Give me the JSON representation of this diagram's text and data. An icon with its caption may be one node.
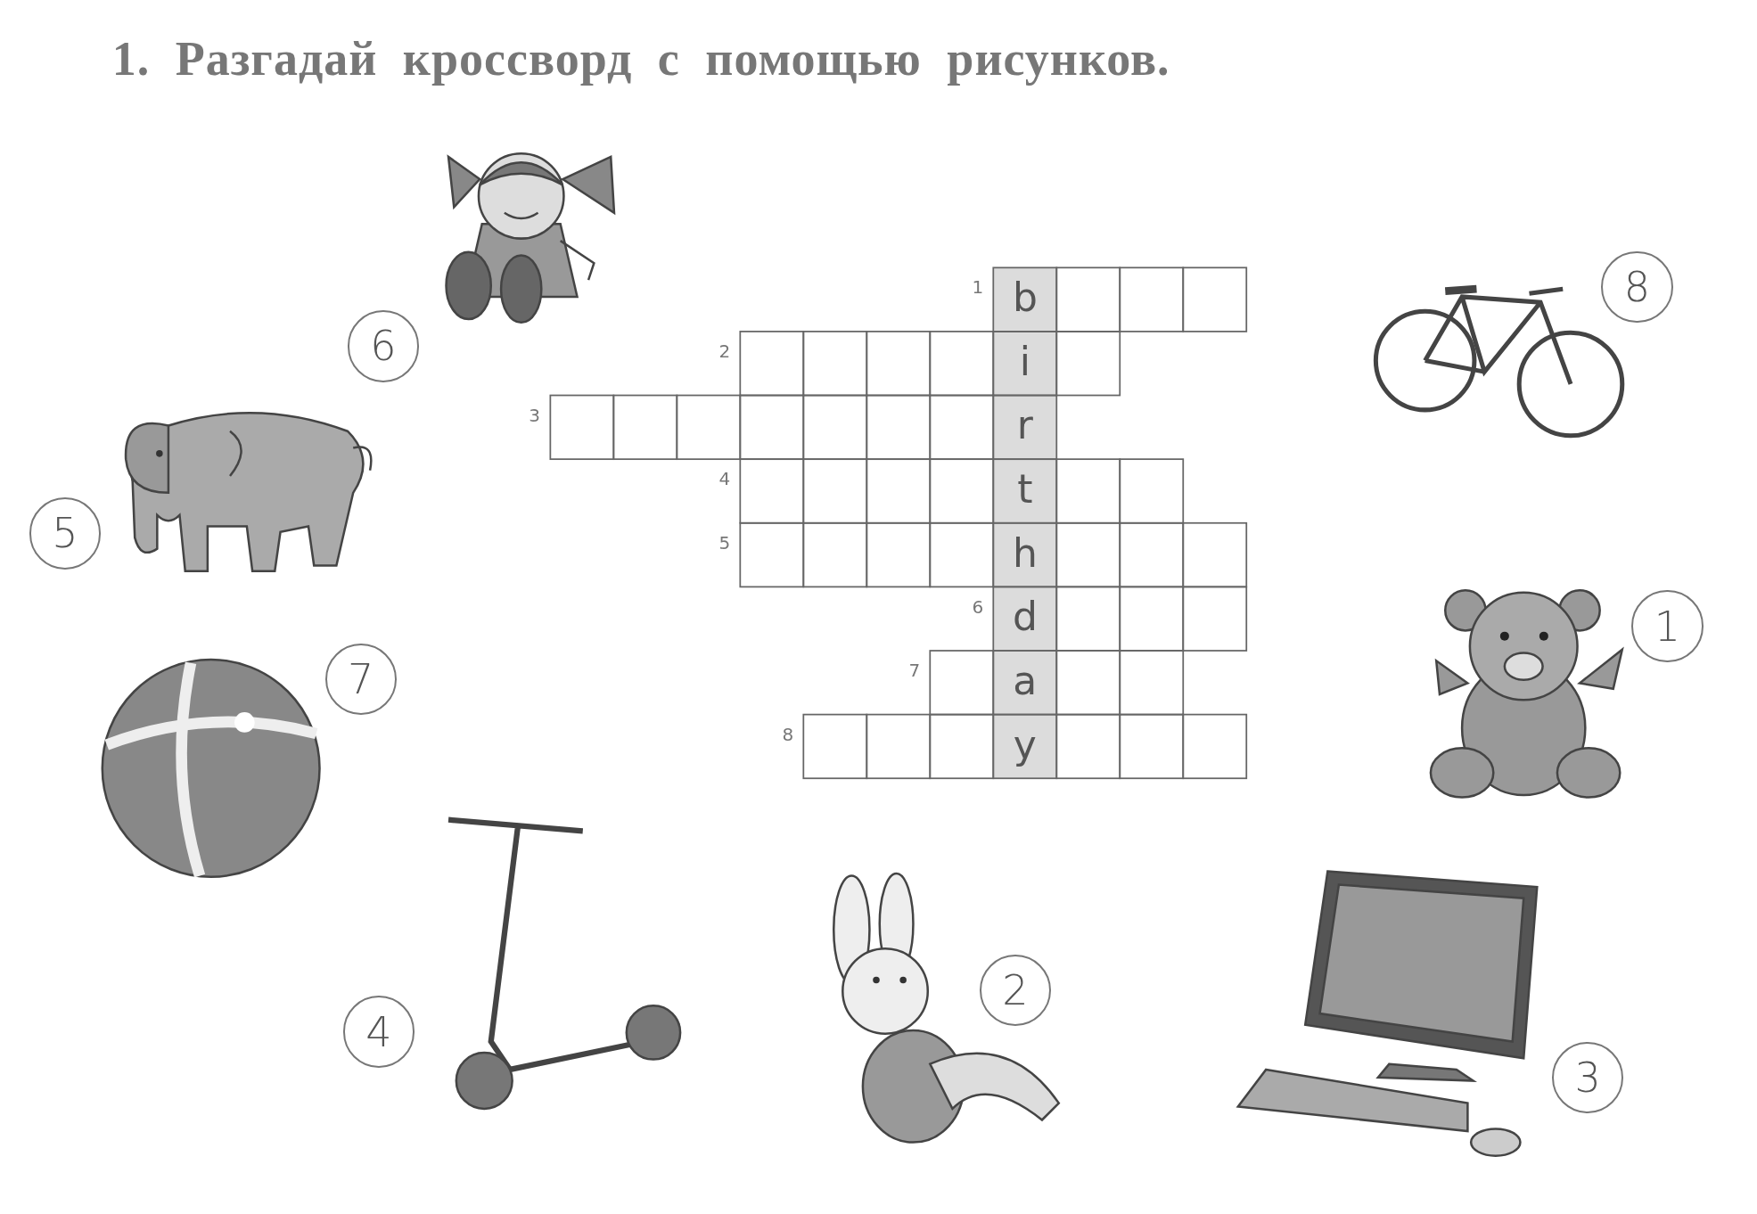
{
  "diagram": {
    "title": "1. Разгадай кроссворд с помощью рисунков.",
    "nodes": [
      {
        "text": [
          "8"
        ]
      },
      {
        "text": [
          "6"
        ]
      },
      {
        "text": [
          "5"
        ]
      },
      {
        "text": [
          "1"
        ]
      },
      {
        "text": [
          "7"
        ]
      },
      {
        "text": [
          "2"
        ]
      },
      {
        "text": [
          "4"
        ]
      },
      {
        "text": [
          "3"
        ]
      }
    ],
    "edges": [],
    "labels": [
      "1",
      "b",
      "2",
      "i",
      "3",
      "r",
      "4",
      "t",
      "5",
      "h",
      "6",
      "d",
      "7",
      "a",
      "8",
      "y"
    ]
  }
}
